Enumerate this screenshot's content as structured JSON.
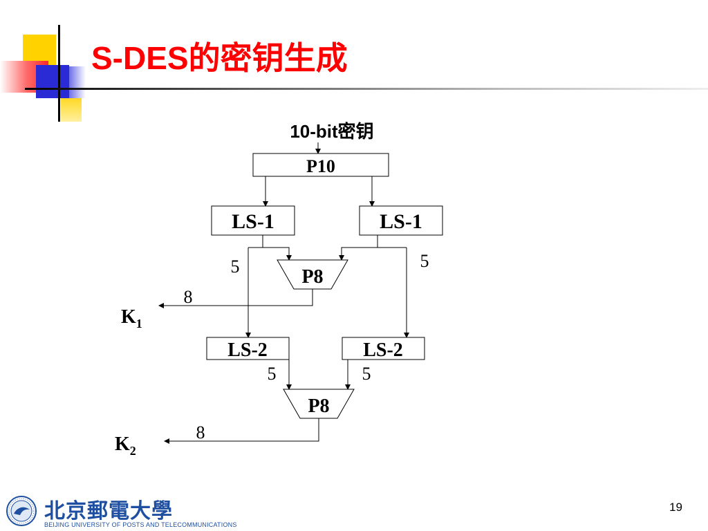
{
  "slide": {
    "title": "S-DES的密钥生成",
    "page_number": "19"
  },
  "diagram": {
    "input_label": "10-bit密钥",
    "boxes": {
      "p10": "P10",
      "ls1_left": "LS-1",
      "ls1_right": "LS-1",
      "ls2_left": "LS-2",
      "ls2_right": "LS-2",
      "p8_top": "P8",
      "p8_bottom": "P8"
    },
    "bit_counts": {
      "left_after_ls1": "5",
      "right_after_ls1": "5",
      "k1_width": "8",
      "left_after_ls2": "5",
      "right_after_ls2": "5",
      "k2_width": "8"
    },
    "outputs": {
      "k1_letter": "K",
      "k1_sub": "1",
      "k2_letter": "K",
      "k2_sub": "2"
    }
  },
  "footer": {
    "university_cn": "北京郵電大學",
    "university_en": "BEIJING UNIVERSITY OF POSTS AND TELECOMMUNICATIONS"
  },
  "colors": {
    "title": "#ff0000",
    "accent_yellow": "#ffd200",
    "accent_blue": "#2b2bd6",
    "accent_red": "#ff2a2a",
    "logo_blue": "#1f4fa0"
  }
}
